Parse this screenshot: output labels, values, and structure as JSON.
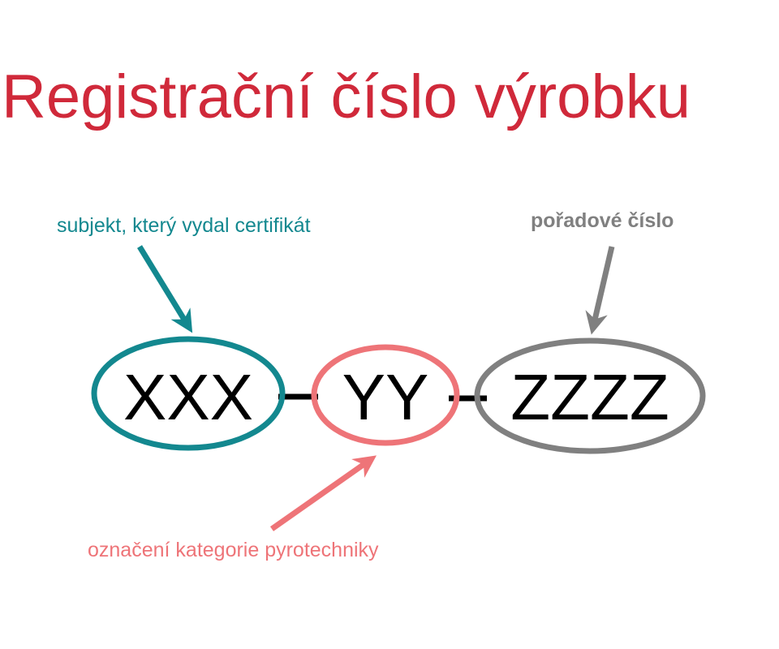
{
  "title": "Registrační číslo výrobku",
  "segments": {
    "issuer": "XXX",
    "category": "YY",
    "serial": "ZZZZ"
  },
  "labels": {
    "issuer": "subjekt, který vydal certifikát",
    "serial": "pořadové číslo",
    "category": "označení kategorie pyrotechniky"
  },
  "colors": {
    "title": "#d0293a",
    "issuer": "#13888f",
    "category": "#ee7478",
    "serial": "#808080"
  }
}
